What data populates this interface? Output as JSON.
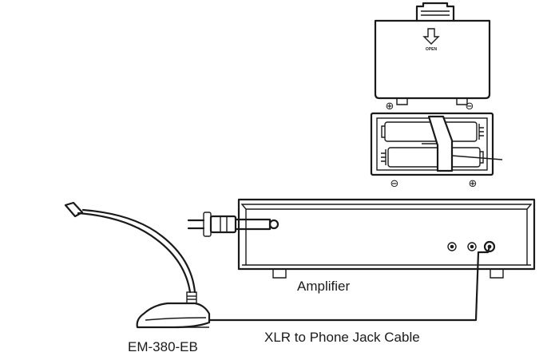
{
  "labels": {
    "amplifier": "Amplifier",
    "cable": "XLR to Phone Jack Cable",
    "microphone_model": "EM-380-EB",
    "battery_cover_text": "OPEN",
    "polarity_plus": "⊕",
    "polarity_minus": "⊖"
  },
  "icons": [
    "arrow-down-icon",
    "plug-icon",
    "gooseneck-microphone-icon",
    "battery-icon"
  ],
  "colors": {
    "ink": "#1a1a1a",
    "background": "#ffffff"
  }
}
